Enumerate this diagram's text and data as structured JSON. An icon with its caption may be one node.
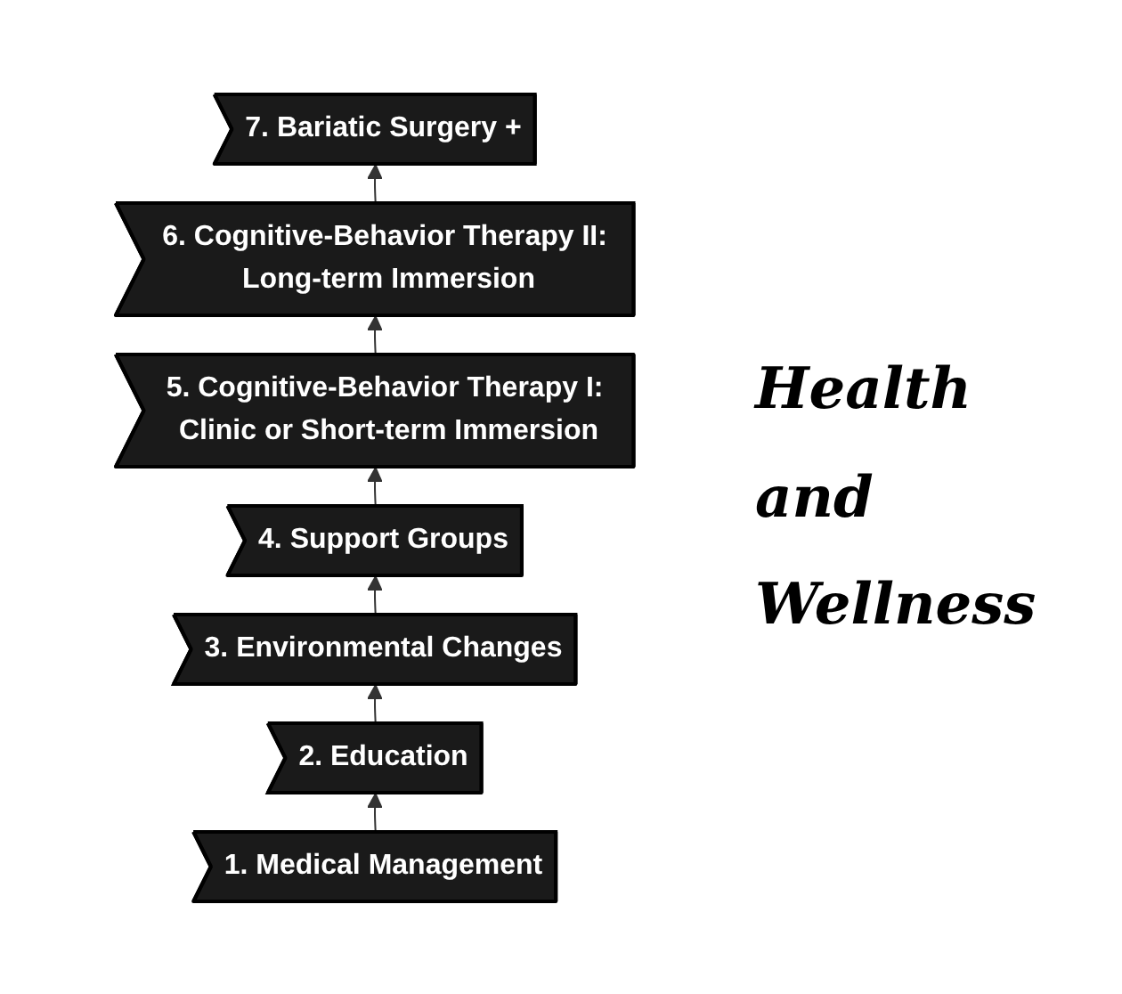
{
  "diagram": {
    "nodes": [
      {
        "text": [
          "7. Bariatic Surgery +"
        ]
      },
      {
        "text": [
          "6. Cognitive-Behavior Therapy II: Long-term Immersion"
        ]
      },
      {
        "text": [
          "5. Cognitive-Behavior Therapy I: Clinic or Short-term Immersion"
        ]
      },
      {
        "text": [
          "4. Support Groups"
        ]
      },
      {
        "text": [
          "3. Environmental Changes"
        ]
      },
      {
        "text": [
          "2. Education"
        ]
      },
      {
        "text": [
          "1. Medical Management"
        ]
      }
    ],
    "edges": [
      {
        "from": 6,
        "to": 5,
        "arrow": "to"
      },
      {
        "from": 5,
        "to": 4,
        "arrow": "to"
      },
      {
        "from": 4,
        "to": 3,
        "arrow": "to"
      },
      {
        "from": 3,
        "to": 2,
        "arrow": "to"
      },
      {
        "from": 2,
        "to": 1,
        "arrow": "to"
      },
      {
        "from": 1,
        "to": 0,
        "arrow": "to"
      }
    ],
    "labels": [
      "Health and Wellness"
    ]
  }
}
